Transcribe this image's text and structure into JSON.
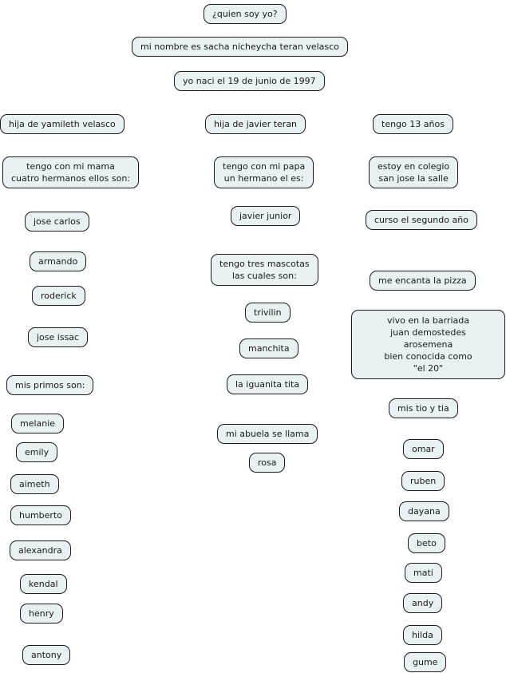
{
  "title": "mind map: quien soy yo",
  "nodes": {
    "quien_soy_yo": "¿quien soy yo?",
    "mi_nombre": "mi nombre es sacha nicheycha teran velasco",
    "yo_naci": "yo naci el 19 de junio de 1997",
    "hija_yamileth": "hija de yamileth velasco",
    "tengo_mama": "tengo con mi mama\ncuatro hermanos ellos son:",
    "jose_carlos": "jose carlos",
    "armando": "armando",
    "roderick": "roderick",
    "jose_issac": "jose issac",
    "mis_primos": "mis primos son:",
    "melanie": "melanie",
    "emily": "emily",
    "aimeth": "aimeth",
    "humberto": "humberto",
    "alexandra": "alexandra",
    "kendal": "kendal",
    "henry": "henry",
    "antony": "antony",
    "hija_javier": "hija de javier teran",
    "tengo_papa": "tengo con mi papa\nun hermano el es:",
    "javier_junior": "javier junior",
    "tengo_mascotas": "tengo tres mascotas\nlas cuales son:",
    "trivilin": "trivilin",
    "manchita": "manchita",
    "la_iguanita": "la iguanita tita",
    "mi_abuela": "mi abuela se llama",
    "rosa": "rosa",
    "tengo_13": "tengo 13 años",
    "estoy_colegio": "estoy en colegio\nsan jose la salle",
    "curso": "curso el segundo año",
    "pizza": "me encanta la pizza",
    "vivo": "vivo en la barriada\njuan demostedes arosemena\nbien conocida como\n\"el 20\"",
    "mis_tio": "mis tio y tia",
    "omar": "omar",
    "ruben": "ruben",
    "dayana": "dayana",
    "beto": "beto",
    "mati": "mati",
    "andy": "andy",
    "hilda": "hilda",
    "gume": "gume"
  },
  "colors": {
    "node_fill": "#e9f1f2",
    "node_border": "#1b1b1b",
    "node_text": "#1a1a1a",
    "background": "#ffffff"
  }
}
